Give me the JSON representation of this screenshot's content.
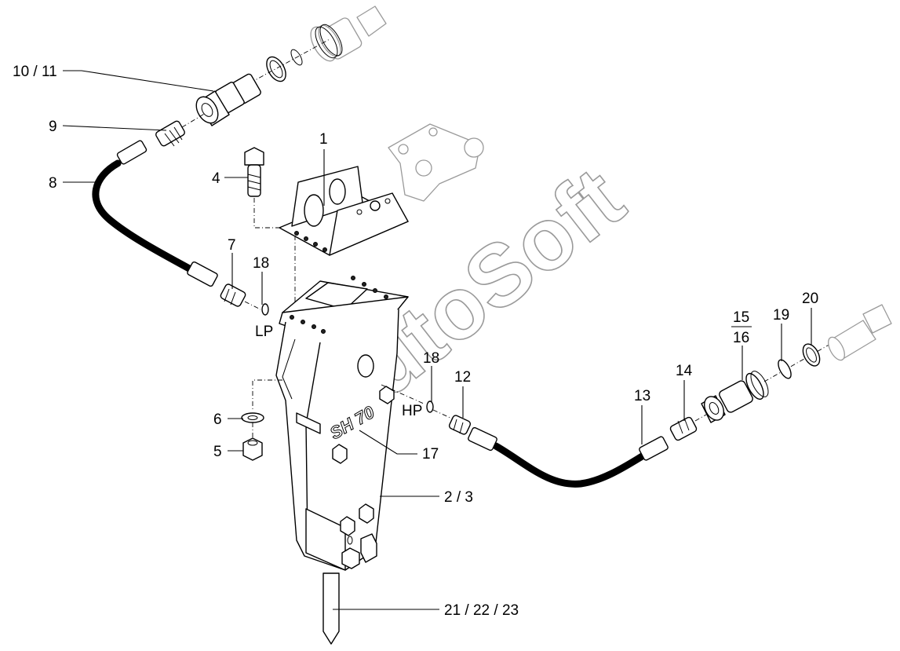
{
  "watermark": "AutoSoft",
  "model_marking": "SH 70",
  "labels": {
    "p10_11": "10 / 11",
    "p9": "9",
    "p8": "8",
    "p1": "1",
    "p4": "4",
    "p7": "7",
    "p18_lp": "18",
    "lp": "LP",
    "p18_hp": "18",
    "hp": "HP",
    "p12": "12",
    "p13": "13",
    "p14": "14",
    "p15": "15",
    "p16": "16",
    "p19": "19",
    "p20": "20",
    "p6": "6",
    "p5": "5",
    "p17": "17",
    "p2_3": "2 / 3",
    "p21_22_23": "21 / 22 / 23"
  },
  "colors": {
    "ink": "#000000",
    "ghost_parts": "#9a9a9a",
    "background": "#ffffff"
  }
}
